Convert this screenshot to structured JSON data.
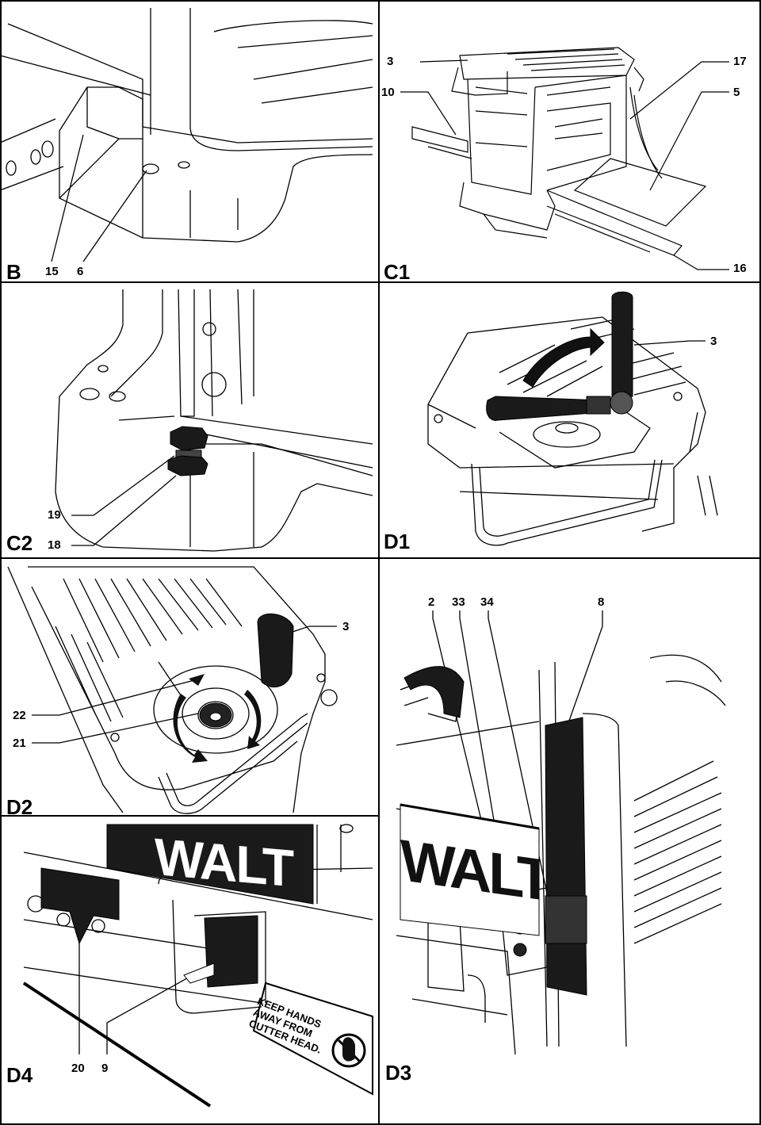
{
  "panels": {
    "B": {
      "label": "B",
      "callouts": [
        "15",
        "6"
      ]
    },
    "C1": {
      "label": "C1",
      "callouts": [
        "3",
        "10",
        "17",
        "5",
        "16"
      ]
    },
    "C2": {
      "label": "C2",
      "callouts": [
        "19",
        "18"
      ]
    },
    "D1": {
      "label": "D1",
      "callouts": [
        "3"
      ]
    },
    "D2": {
      "label": "D2",
      "callouts": [
        "3",
        "22",
        "21"
      ]
    },
    "D3": {
      "label": "D3",
      "callouts": [
        "2",
        "33",
        "34",
        "8"
      ]
    },
    "D4": {
      "label": "D4",
      "callouts": [
        "20",
        "9"
      ]
    }
  },
  "brand_text": "WALT",
  "warning_label": [
    "KEEP HANDS",
    "AWAY FROM",
    "CUTTER HEAD."
  ],
  "colors": {
    "ink": "#000000",
    "paper": "#ffffff",
    "shade": "#2a2a2a"
  }
}
